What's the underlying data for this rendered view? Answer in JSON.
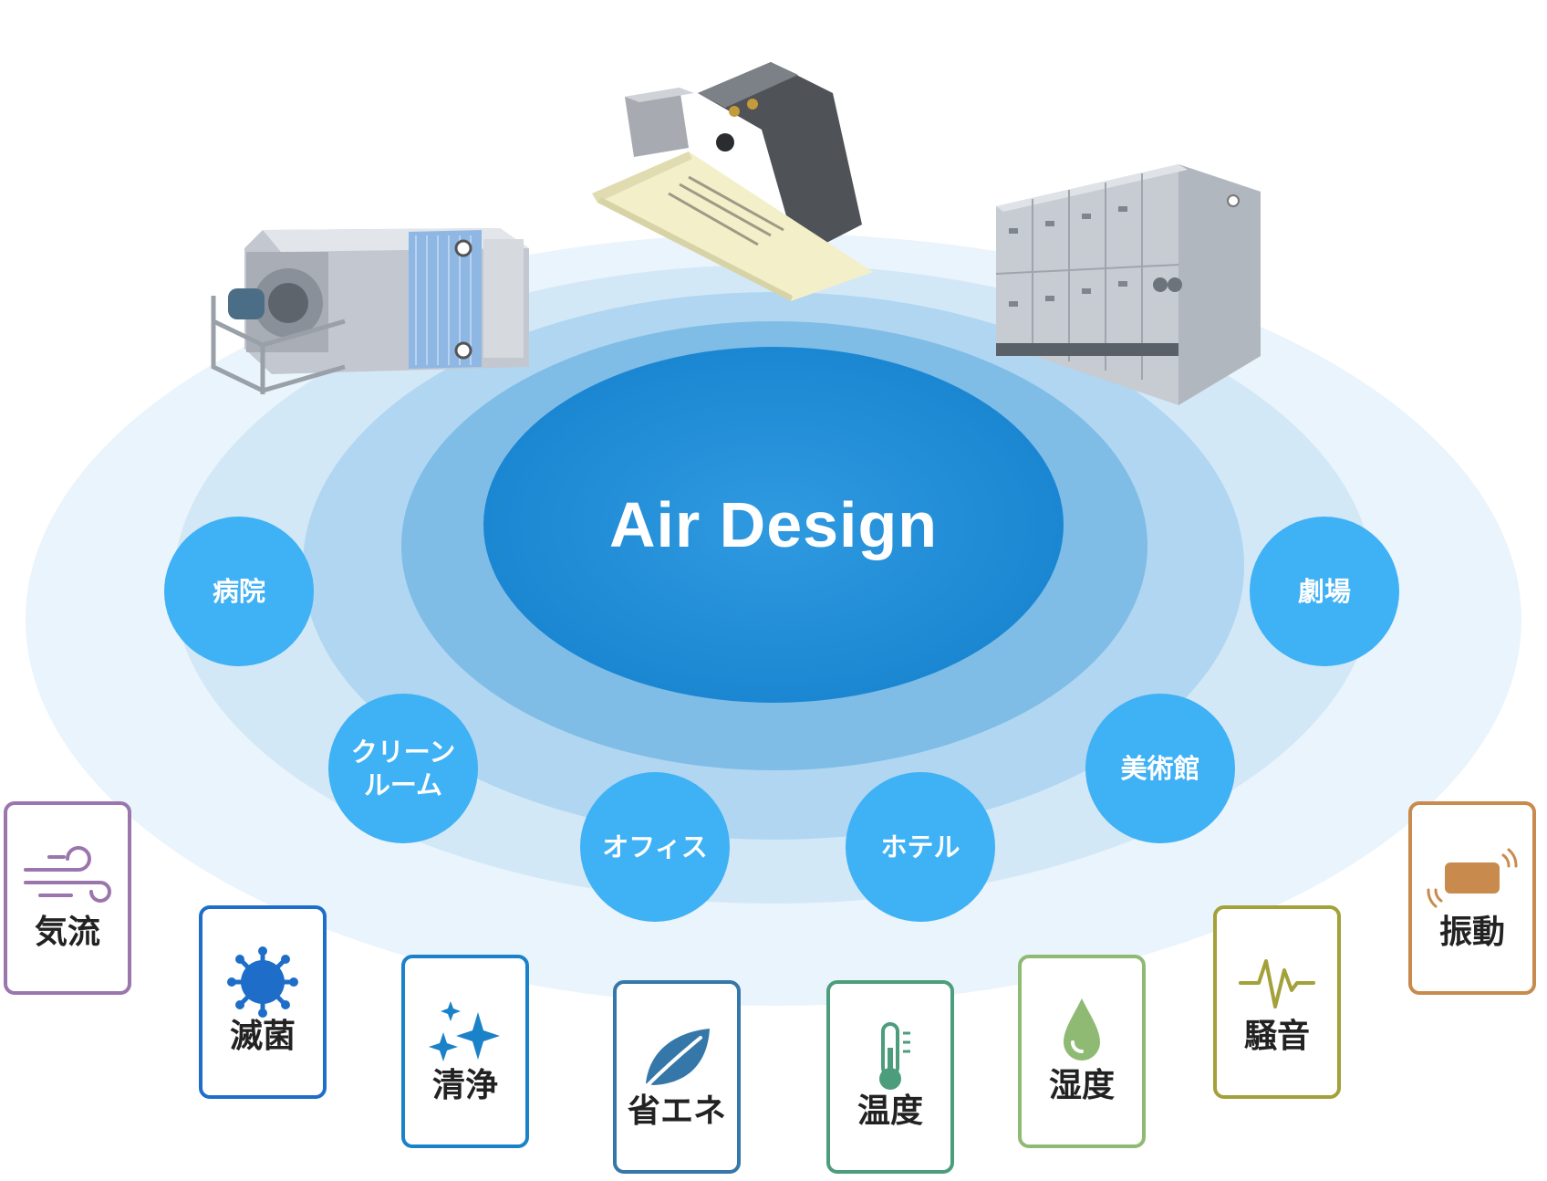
{
  "center": {
    "title": "Air Design"
  },
  "colors": {
    "ring_outer": "#eaf4fc",
    "ring_core": "#1b87d2",
    "bubble": "#3fb1f5"
  },
  "products": [
    {
      "name": "air-handling-unit-open"
    },
    {
      "name": "ceiling-cassette-unit"
    },
    {
      "name": "packaged-air-conditioner"
    }
  ],
  "facilities": [
    {
      "label": "病院"
    },
    {
      "label": "クリーン\nルーム"
    },
    {
      "label": "オフィス"
    },
    {
      "label": "ホテル"
    },
    {
      "label": "美術館"
    },
    {
      "label": "劇場"
    }
  ],
  "features": [
    {
      "label": "気流",
      "icon": "wind-icon",
      "color": "#9b76ad"
    },
    {
      "label": "滅菌",
      "icon": "virus-icon",
      "color": "#1e6ec9"
    },
    {
      "label": "清浄",
      "icon": "sparkle-icon",
      "color": "#1a82c8"
    },
    {
      "label": "省エネ",
      "icon": "leaf-icon",
      "color": "#3577a8"
    },
    {
      "label": "温度",
      "icon": "thermometer-icon",
      "color": "#4c9d7c"
    },
    {
      "label": "湿度",
      "icon": "droplet-icon",
      "color": "#8fba74"
    },
    {
      "label": "騒音",
      "icon": "waveform-icon",
      "color": "#a4a03a"
    },
    {
      "label": "振動",
      "icon": "vibration-icon",
      "color": "#c98a4e"
    }
  ]
}
